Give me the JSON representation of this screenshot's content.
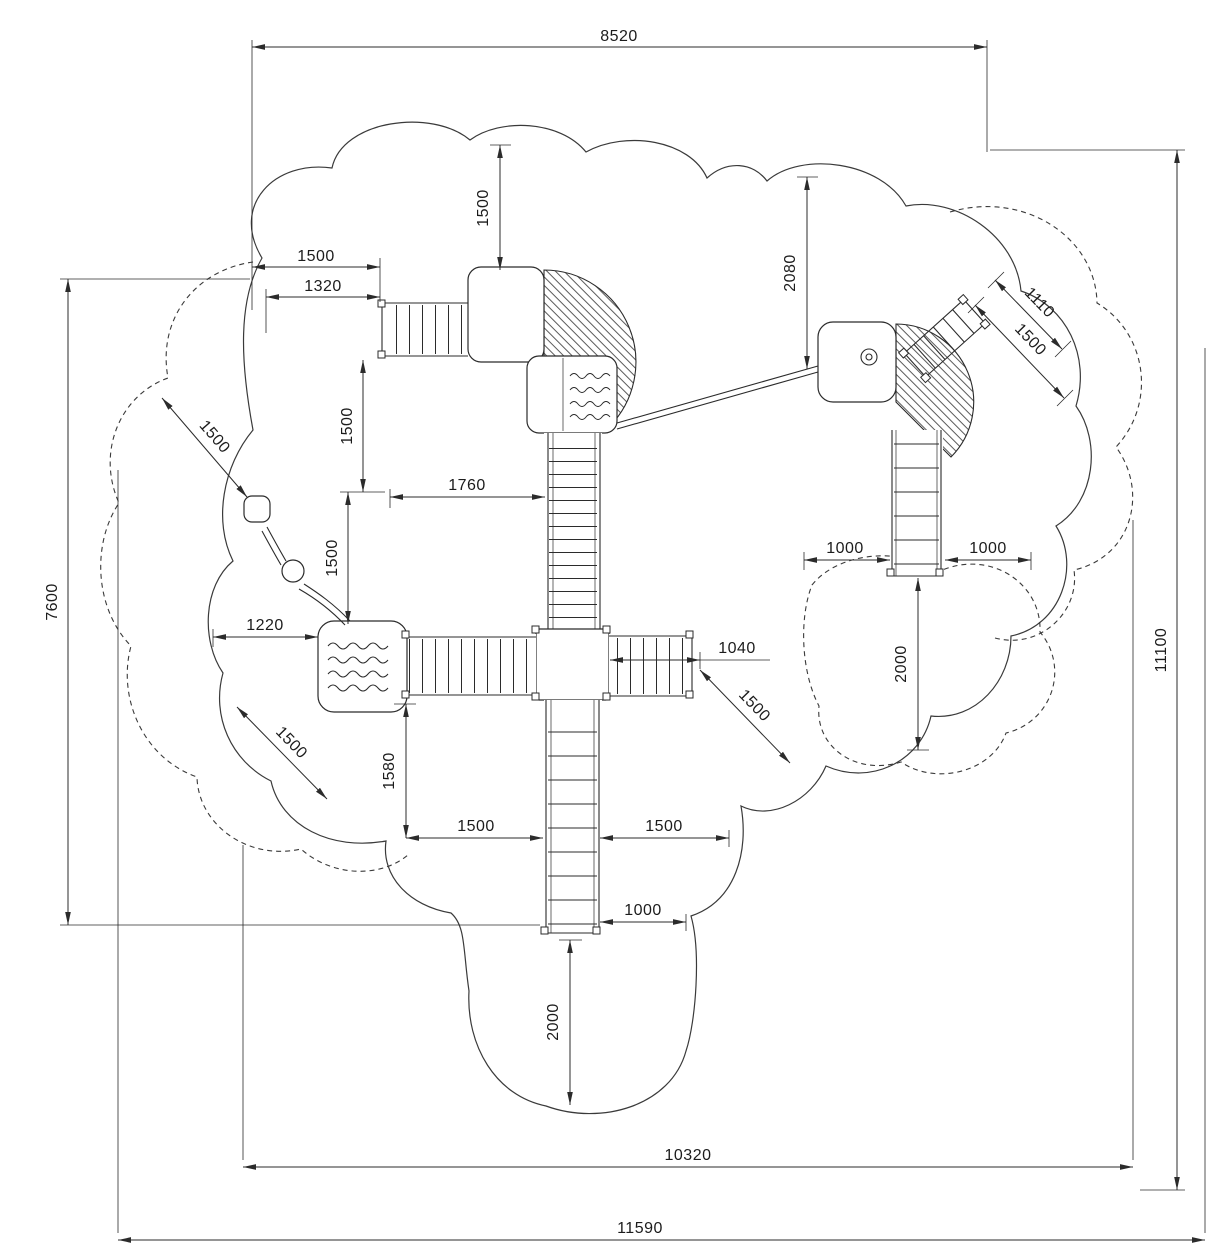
{
  "dims": {
    "top_width": "8520",
    "top_clearance": "1500",
    "upper_left_outer": "1500",
    "upper_left_inner": "1320",
    "upper_mid_drop": "2080",
    "stair_run": "1110",
    "stair_clearance": "1500",
    "rope_clearance": "1500",
    "left_height": "7600",
    "right_height": "11100",
    "bridge_drop": "1500",
    "deck_width": "1760",
    "tower_gap": "1500",
    "left_edge_gap": "1220",
    "ladder_width": "1040",
    "ladder_clearance": "1500",
    "ramp_left": "1000",
    "ramp_right": "1000",
    "right_drop": "2000",
    "lower_left_clearance": "1500",
    "lower_tower_drop": "1580",
    "bottom_left_span": "1500",
    "bottom_right_span": "1500",
    "bottom_gap": "1000",
    "bottom_drop": "2000",
    "bottom_inner_width": "10320",
    "bottom_outer_width": "11590"
  }
}
